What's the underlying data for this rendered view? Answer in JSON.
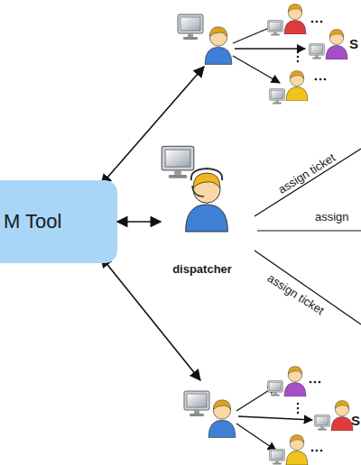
{
  "diagram": {
    "nodes": [
      {
        "text": [
          "M Tool"
        ]
      },
      {
        "text": [
          "dispatcher"
        ]
      }
    ],
    "edges": [
      {
        "from": 0,
        "to": 1,
        "arrow": "both"
      }
    ],
    "labels": [
      "assign ticket",
      "assign",
      "assign ticket",
      "S",
      "S"
    ]
  }
}
